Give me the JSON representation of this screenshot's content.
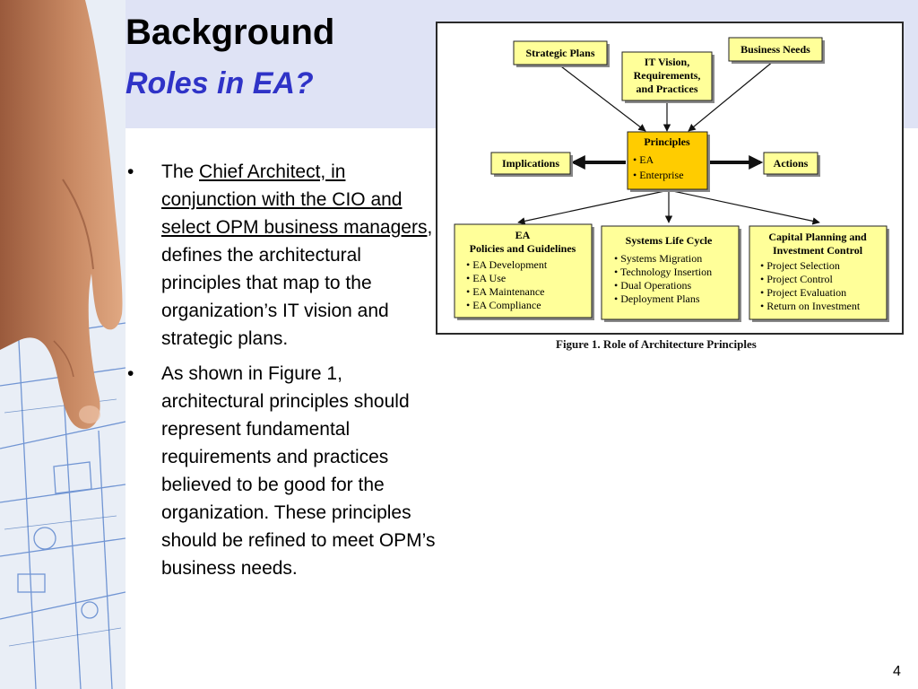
{
  "slide": {
    "title": "Background",
    "subtitle": "Roles in EA?",
    "page_number": "4"
  },
  "bullets": [
    {
      "link_text": "Chief Architect, in conjunction with the CIO and select OPM business managers",
      "prefix": "The ",
      "suffix": ", defines the architectural principles that map to the organization’s IT vision and strategic plans."
    },
    {
      "text": "As shown in Figure 1, architectural principles should represent fundamental requirements and practices believed to be good for the organization. These principles should be refined to meet OPM’s business needs."
    }
  ],
  "figure": {
    "caption": "Figure 1.  Role of Architecture Principles",
    "strategic_plans": "Strategic Plans",
    "it_vision": [
      "IT Vision,",
      "Requirements,",
      "and Practices"
    ],
    "business_needs": "Business Needs",
    "implications": "Implications",
    "actions": "Actions",
    "principles": {
      "title": "Principles",
      "items": [
        "• EA",
        "• Enterprise"
      ]
    },
    "ea": {
      "title": [
        "EA",
        "Policies and Guidelines"
      ],
      "items": [
        "• EA Development",
        "• EA Use",
        "• EA Maintenance",
        "• EA Compliance"
      ]
    },
    "slc": {
      "title": [
        "Systems Life Cycle"
      ],
      "items": [
        "• Systems Migration",
        "• Technology Insertion",
        "• Dual Operations",
        "• Deployment Plans"
      ]
    },
    "cpic": {
      "title": [
        "Capital Planning and",
        "Investment Control"
      ],
      "items": [
        "• Project Selection",
        "• Project Control",
        "• Project Evaluation",
        "• Return on Investment"
      ]
    },
    "colors": {
      "box_fill": "#ffff99",
      "principles_fill": "#ffcc00",
      "border": "#222222"
    }
  }
}
